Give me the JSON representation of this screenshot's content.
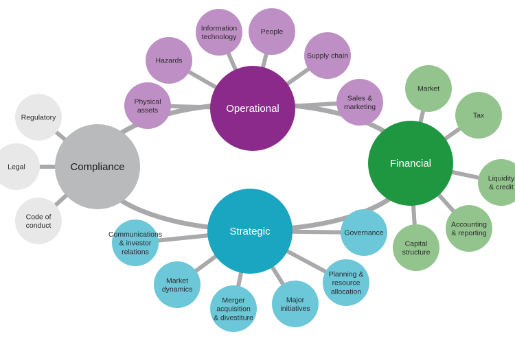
{
  "colors": {
    "connector": "#a9a9ab",
    "operational_hub": "#8c2a8b",
    "operational_sat": "#be8fc4",
    "financial_hub": "#1f9640",
    "financial_sat": "#93c48e",
    "strategic_hub": "#1aa5c0",
    "strategic_sat": "#6cc7d8",
    "compliance_hub": "#b9babc",
    "compliance_sat": "#e8e8e9",
    "hub_text_light": "#ffffff",
    "hub_text_dark": "#1a1a1a",
    "sat_text": "#2a2a2a"
  },
  "hubs": {
    "operational": {
      "label": "Operational"
    },
    "financial": {
      "label": "Financial"
    },
    "strategic": {
      "label": "Strategic"
    },
    "compliance": {
      "label": "Compliance"
    }
  },
  "satellites": {
    "operational": [
      {
        "lines": [
          "Information",
          "technology"
        ]
      },
      {
        "lines": [
          "People"
        ]
      },
      {
        "lines": [
          "Hazards"
        ]
      },
      {
        "lines": [
          "Supply chain"
        ]
      },
      {
        "lines": [
          "Physical",
          "assets"
        ]
      },
      {
        "lines": [
          "Sales &",
          "marketing"
        ]
      }
    ],
    "financial": [
      {
        "lines": [
          "Market"
        ]
      },
      {
        "lines": [
          "Tax"
        ]
      },
      {
        "lines": [
          "Liquidity",
          "& credit"
        ]
      },
      {
        "lines": [
          "Accounting",
          "& reporting"
        ]
      },
      {
        "lines": [
          "Capital",
          "structure"
        ]
      }
    ],
    "strategic": [
      {
        "lines": [
          "Governance"
        ]
      },
      {
        "lines": [
          "Communications",
          "& investor",
          "relations"
        ]
      },
      {
        "lines": [
          "Planning &",
          "resource",
          "allocation"
        ]
      },
      {
        "lines": [
          "Market",
          "dynamics"
        ]
      },
      {
        "lines": [
          "Major",
          "initiatives"
        ]
      },
      {
        "lines": [
          "Merger",
          "acquisition",
          "& divestiture"
        ]
      }
    ],
    "compliance": [
      {
        "lines": [
          "Regulatory"
        ]
      },
      {
        "lines": [
          "Legal"
        ]
      },
      {
        "lines": [
          "Code of",
          "conduct"
        ]
      }
    ]
  }
}
